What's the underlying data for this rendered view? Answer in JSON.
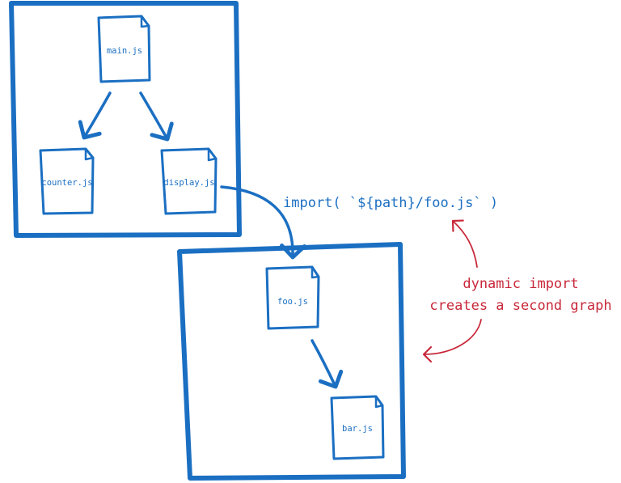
{
  "colors": {
    "ink_blue": "#1b6fc2",
    "ink_red": "#c8283a",
    "background": "#ffffff"
  },
  "graph_one": {
    "files": {
      "main": "main.js",
      "counter": "counter.js",
      "display": "display.js"
    }
  },
  "graph_two": {
    "files": {
      "foo": "foo.js",
      "bar": "bar.js"
    }
  },
  "import_expression": "import( `${path}/foo.js` )",
  "annotation": {
    "line1": "dynamic import",
    "line2": "creates a second graph"
  }
}
